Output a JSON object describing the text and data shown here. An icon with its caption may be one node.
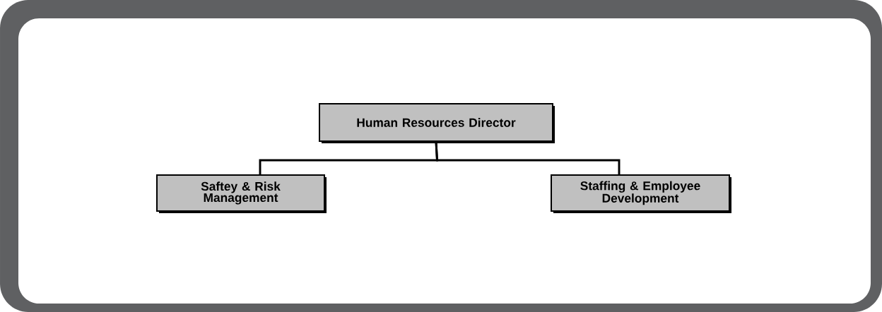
{
  "diagram": {
    "nodes": [
      {
        "text": [
          "Human Resources Director"
        ]
      },
      {
        "text": [
          "Saftey & Risk Management"
        ]
      },
      {
        "text": [
          "Staffing & Employee Development"
        ]
      }
    ],
    "edges": [
      {
        "from": 0,
        "to": 1,
        "arrow": "none"
      },
      {
        "from": 0,
        "to": 2,
        "arrow": "none"
      }
    ]
  }
}
